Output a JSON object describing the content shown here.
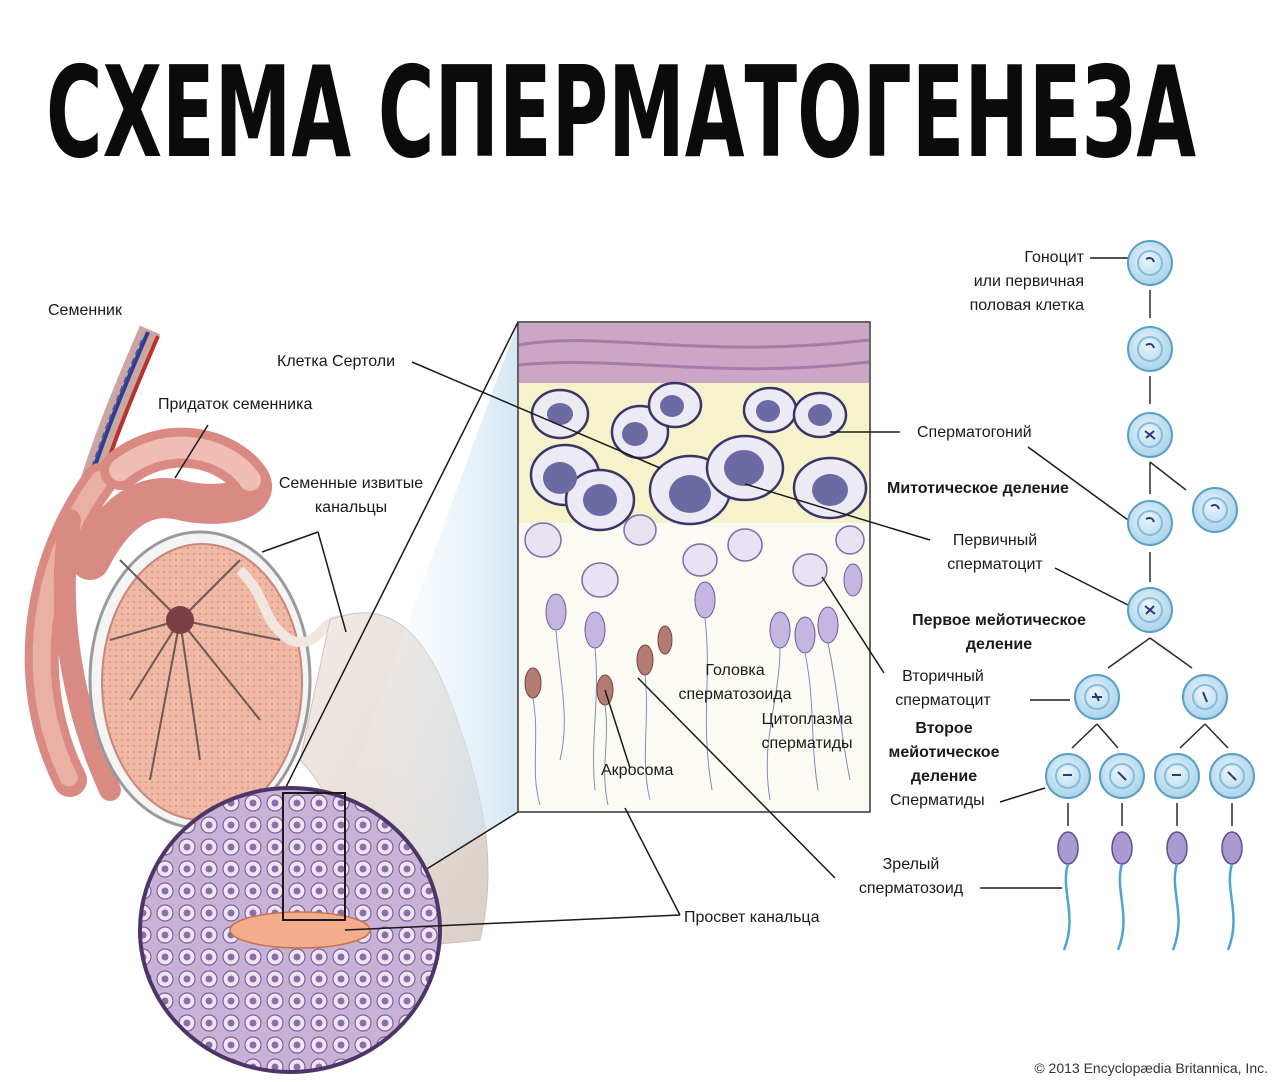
{
  "title": "СХЕМА СПЕРМАТОГЕНЕЗА",
  "labels": {
    "testis": "Семенник",
    "epididymis": "Придаток семенника",
    "tubules": "Семенные извитые\nканальцы",
    "sertoli": "Клетка Сертоли",
    "head": "Головка\nсперматозоида",
    "cytoplasm": "Цитоплазма\nсперматиды",
    "acrosome": "Акросома",
    "lumen": "Просвет канальца",
    "gonocyte": "Гоноцит\nили первичная\nполовая клетка",
    "spermatogonium": "Сперматогоний",
    "mitotic": "Митотическое деление",
    "primary": "Первичный\nсперматоцит",
    "first_meiotic": "Первое мейотическое\nделение",
    "secondary": "Вторичный\nсперматоцит",
    "second_meiotic": "Второе\nмейотическое\nделение",
    "spermatids": "Сперматиды",
    "mature": "Зрелый\nсперматозоид"
  },
  "copyright": "© 2013 Encyclopædia Britannica, Inc.",
  "colors": {
    "cell_fill": "#cfe6f3",
    "cell_stroke": "#5a9fc6",
    "tissue_purple": "#b79ac9",
    "testis_pink": "#e8b4a0",
    "sperm_purple": "#a99bd1"
  }
}
